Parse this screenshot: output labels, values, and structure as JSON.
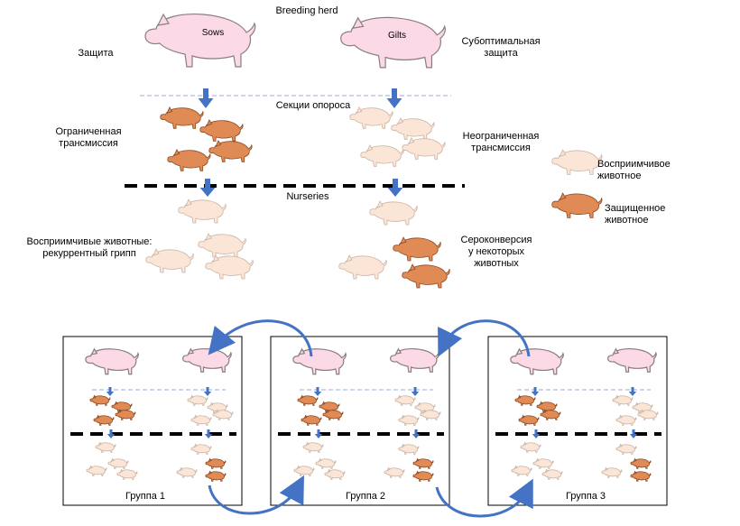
{
  "title": "Breeding herd",
  "labels": {
    "sows": "Sows",
    "gilts": "Gilts",
    "protection": "Защита",
    "suboptimal_protection": "Субоптимальная\nзащита",
    "farrowing_sections": "Секции опороса",
    "limited_transmission": "Ограниченная\nтрансмиссия",
    "unlimited_transmission": "Неограниченная\nтрансмиссия",
    "nurseries": "Nurseries",
    "susceptible_recurrent": "Восприимчивые животные:\nрекуррентный грипп",
    "seroconversion": "Сероконверсия\nу некоторых\nживотных"
  },
  "legend": {
    "susceptible": "Восприимчивое\nживотное",
    "protected": "Защищенное\nживотное"
  },
  "groups": [
    "Группа 1",
    "Группа 2",
    "Группа 3"
  ],
  "colors": {
    "adult_pig": "#fcd9e6",
    "susceptible_pig": "#fbe5d6",
    "protected_pig": "#e08a55",
    "arrow": "#4472c4",
    "dashed_line_light": "#9aa9e0"
  }
}
